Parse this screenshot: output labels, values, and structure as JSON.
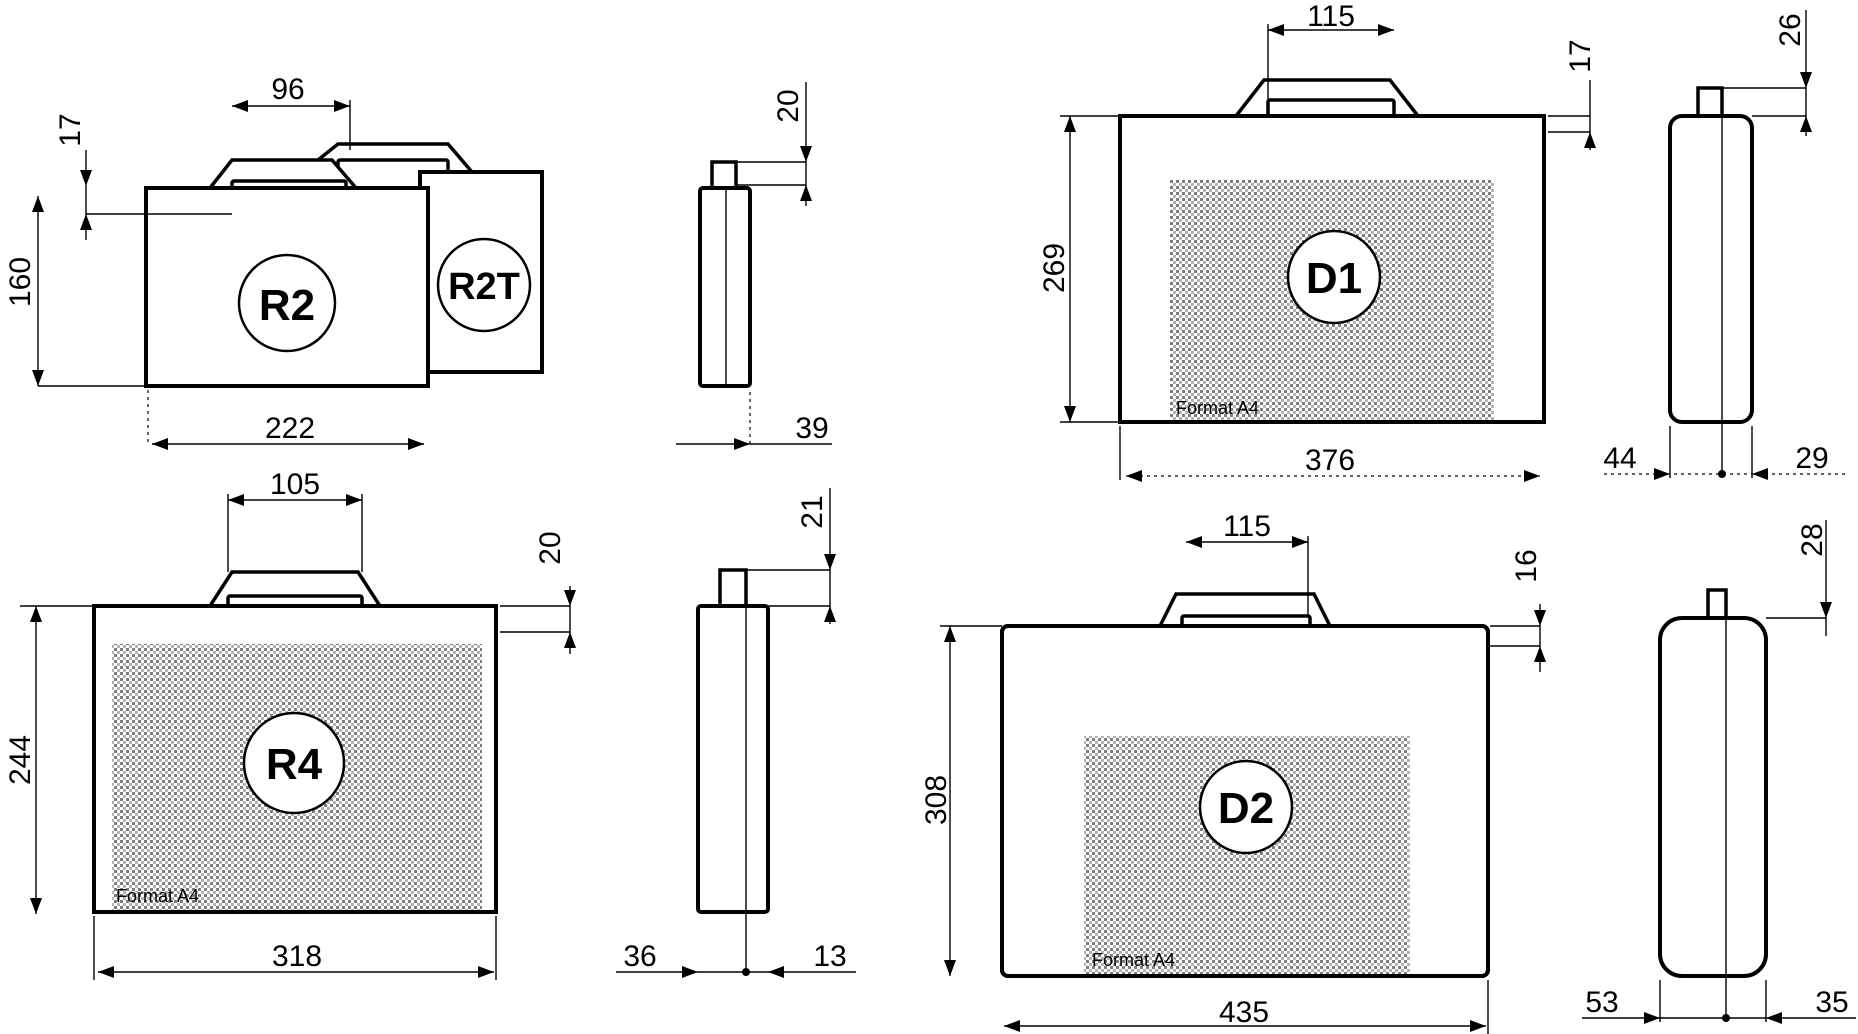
{
  "cases": {
    "r2": {
      "label": "R2",
      "width": "222",
      "height": "160",
      "handle_width": "96",
      "handle_height": "17"
    },
    "r2t": {
      "label": "R2T"
    },
    "r2_side": {
      "top": "20",
      "depth": "39"
    },
    "r4": {
      "label": "R4",
      "width": "318",
      "height": "244",
      "handle_width": "105",
      "handle_height": "20",
      "format": "Format A4"
    },
    "r4_side": {
      "top": "21",
      "left": "36",
      "right": "13"
    },
    "d1": {
      "label": "D1",
      "width": "376",
      "height": "269",
      "handle_width": "115",
      "handle_height": "17",
      "format": "Format A4"
    },
    "d1_side": {
      "top": "26",
      "left": "44",
      "right": "29"
    },
    "d2": {
      "label": "D2",
      "width": "435",
      "height": "308",
      "handle_width": "115",
      "handle_height": "16",
      "format": "Format A4"
    },
    "d2_side": {
      "top": "28",
      "left": "53",
      "right": "35"
    }
  },
  "colors": {
    "line": "#000000",
    "background": "#ffffff",
    "hatch": "#9a9a9a"
  }
}
